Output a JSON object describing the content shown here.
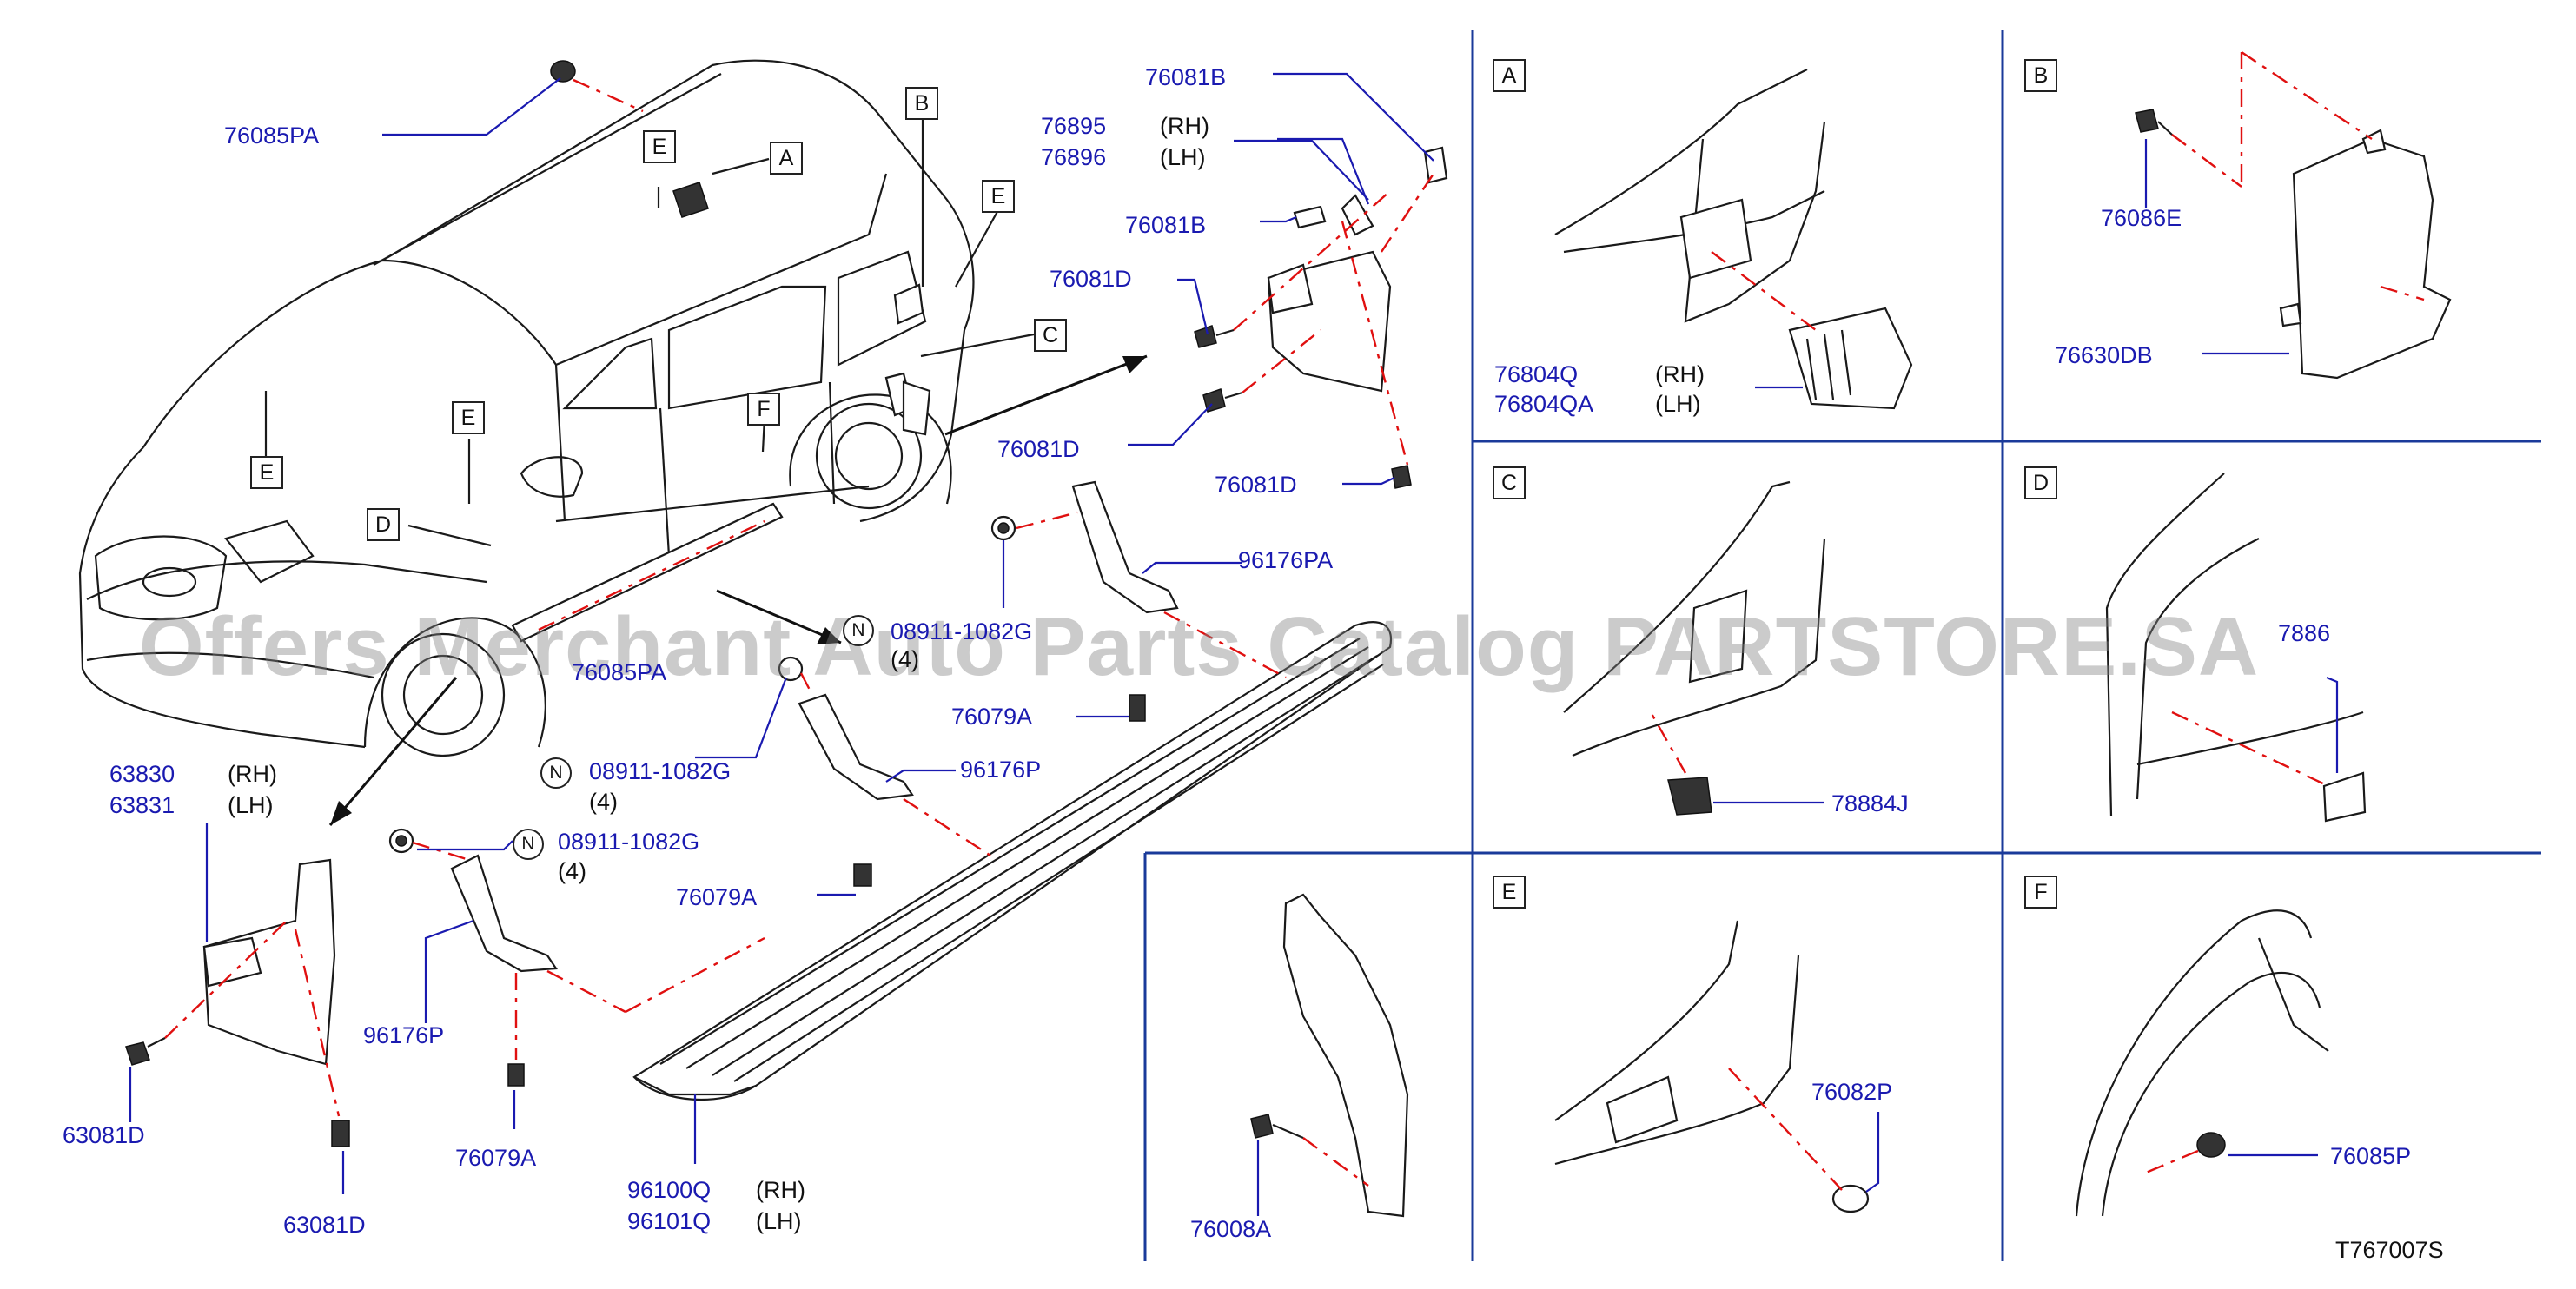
{
  "diagram_id": "T767007S",
  "watermark": "Offers Merchant Auto Parts Catalog PARTSTORE.SA",
  "colors": {
    "part_number": "#1a1ab0",
    "centerline": "#e01010",
    "panel_border": "#1a3a9a"
  },
  "vehicle_callouts": [
    "A",
    "B",
    "C",
    "D",
    "E",
    "F"
  ],
  "parts": {
    "p76085PA": "76085PA",
    "p76081B_a": "76081B",
    "p76895": "76895",
    "p76896": "76896",
    "p76081B_b": "76081B",
    "p76081D_a": "76081D",
    "p76081D_b": "76081D",
    "p76081D_c": "76081D",
    "p96176PA": "96176PA",
    "p08911_a": "08911-1082G",
    "p76085PA_b": "76085PA",
    "p76079A_a": "76079A",
    "p08911_b": "08911-1082G",
    "p96176P_a": "96176P",
    "p63830": "63830",
    "p63831": "63831",
    "p08911_c": "08911-1082G",
    "p76079A_b": "76079A",
    "p96176P_b": "96176P",
    "p63081D_a": "63081D",
    "p63081D_b": "63081D",
    "p76079A_c": "76079A",
    "p96100Q": "96100Q",
    "p96101Q": "96101Q",
    "p76008A": "76008A",
    "p76804Q": "76804Q",
    "p76804QA": "76804QA",
    "p76086E": "76086E",
    "p76630DB": "76630DB",
    "p78884J": "78884J",
    "p7886x": "7886",
    "p76082P": "76082P",
    "p76085P": "76085P"
  },
  "qualifiers": {
    "rh": "(RH)",
    "lh": "(LH)",
    "qty4": "(4)",
    "n": "N"
  },
  "panels": {
    "A": {
      "label": "A"
    },
    "B": {
      "label": "B"
    },
    "C": {
      "label": "C"
    },
    "D": {
      "label": "D"
    },
    "E": {
      "label": "E"
    },
    "F": {
      "label": "F"
    }
  }
}
